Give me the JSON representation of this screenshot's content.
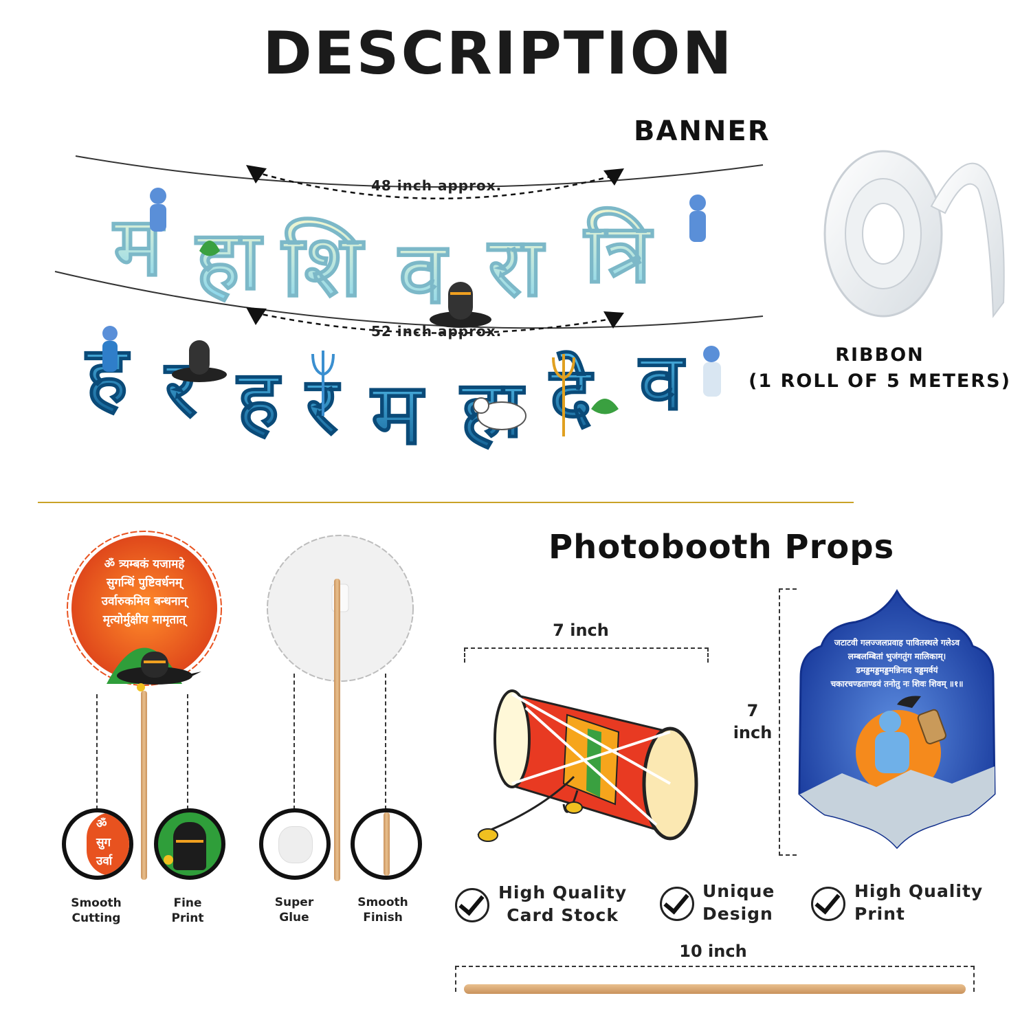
{
  "title": "DESCRIPTION",
  "banner": {
    "heading": "BANNER",
    "measure_top": "48 inch approx.",
    "measure_bottom": "52 inch approx.",
    "row1_letters": [
      "म",
      "हा",
      "शि",
      "व",
      "रा",
      "त्रि"
    ],
    "row2_letters": [
      "ह",
      "र",
      "ह",
      "र",
      "म",
      "हा",
      "दे",
      "व"
    ]
  },
  "ribbon": {
    "line1": "RIBBON",
    "line2": "(1 ROLL OF 5 METERS)"
  },
  "props": {
    "heading": "Photobooth Props",
    "round_prop_text": [
      "ॐ त्र्यम्बकं यजामहे",
      "सुगन्धिं पुष्टिवर्धनम्",
      "उर्वारुकमिव बन्धनान्",
      "मृत्योर्मुक्षीय मामृतात्"
    ],
    "zoom_text": [
      "ॐ",
      "सुग",
      "उर्वा"
    ],
    "details": [
      {
        "line1": "Smooth",
        "line2": "Cutting"
      },
      {
        "line1": "Fine",
        "line2": "Print"
      },
      {
        "line1": "Super",
        "line2": "Glue"
      },
      {
        "line1": "Smooth",
        "line2": "Finish"
      }
    ],
    "damru_width": "7 inch",
    "frame_height_line1": "7",
    "frame_height_line2": "inch",
    "frame_text": [
      "जटाटवी गलज्जलप्रवाह पावितस्थले गलेऽव",
      "लम्बलम्बितां भुजंगतुंग मालिकाम्।",
      "डमड्डमड्डमड्डमन्निनाद वड्डमर्वयं",
      "चकारचण्डताण्डवं तनोतु नः शिवः शिवम् ॥१॥"
    ],
    "stick_length": "10 inch"
  },
  "features": [
    {
      "line1": "High Quality",
      "line2": "Card Stock"
    },
    {
      "line1": "Unique",
      "line2": "Design"
    },
    {
      "line1": "High Quality",
      "line2": "Print"
    }
  ],
  "colors": {
    "divider": "#c9a227",
    "banner_top_gradient": [
      "#f3f7cf",
      "#7fd3ef"
    ],
    "banner_bottom_blue": "#35a7df",
    "prop_orange": "#e8521f",
    "frame_blue": "#1f4fb0"
  }
}
